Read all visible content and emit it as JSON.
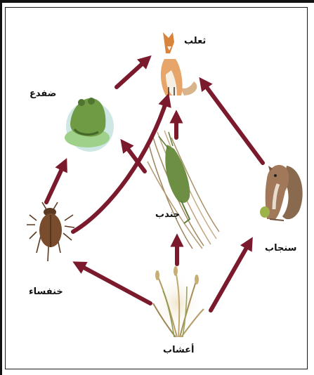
{
  "organisms": {
    "fox": "ثعلب",
    "frog": "ضفدع",
    "grasshopper": "جندب",
    "squirrel": "سنجاب",
    "beetle": "خنفساء",
    "grass": "أعشاب"
  },
  "colors": {
    "arrow": "#7b1a2c",
    "frame": "#1a1a1a"
  }
}
